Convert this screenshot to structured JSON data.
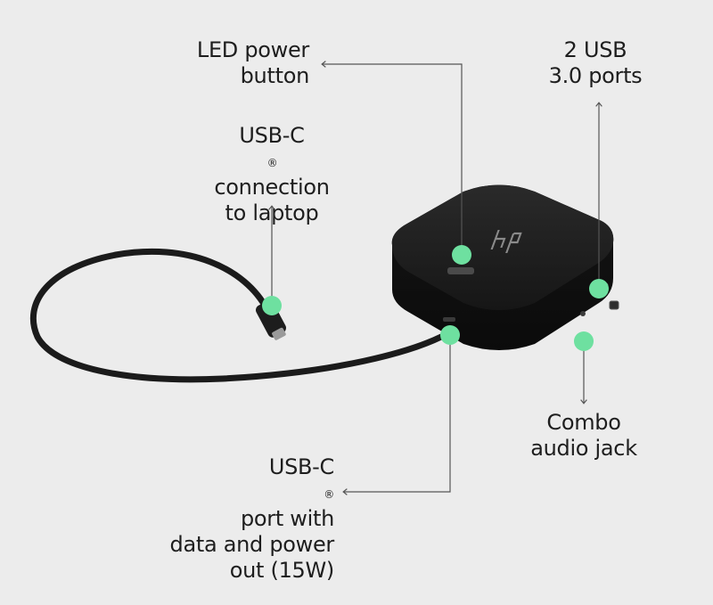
{
  "colors": {
    "background": "#ececec",
    "marker": "#6ee0a0",
    "device": "#161616",
    "cable": "#1b1b1b",
    "leader_line": "#555555",
    "text": "#1e1e1e"
  },
  "callouts": {
    "led_power_button": {
      "line1": "LED power",
      "line2": "button"
    },
    "usb_ports": {
      "line1": "2 USB",
      "line2": "3.0 ports"
    },
    "usbc_connection": {
      "line1": "USB-C",
      "reg": "®",
      "line2": "connection",
      "line3": "to laptop"
    },
    "audio_jack": {
      "line1": "Combo",
      "line2": "audio jack"
    },
    "usbc_port": {
      "line1_pre": "USB-C",
      "reg": "®",
      "line1_post": " port with",
      "line2": "data and power",
      "line3": "out (15W)"
    }
  }
}
